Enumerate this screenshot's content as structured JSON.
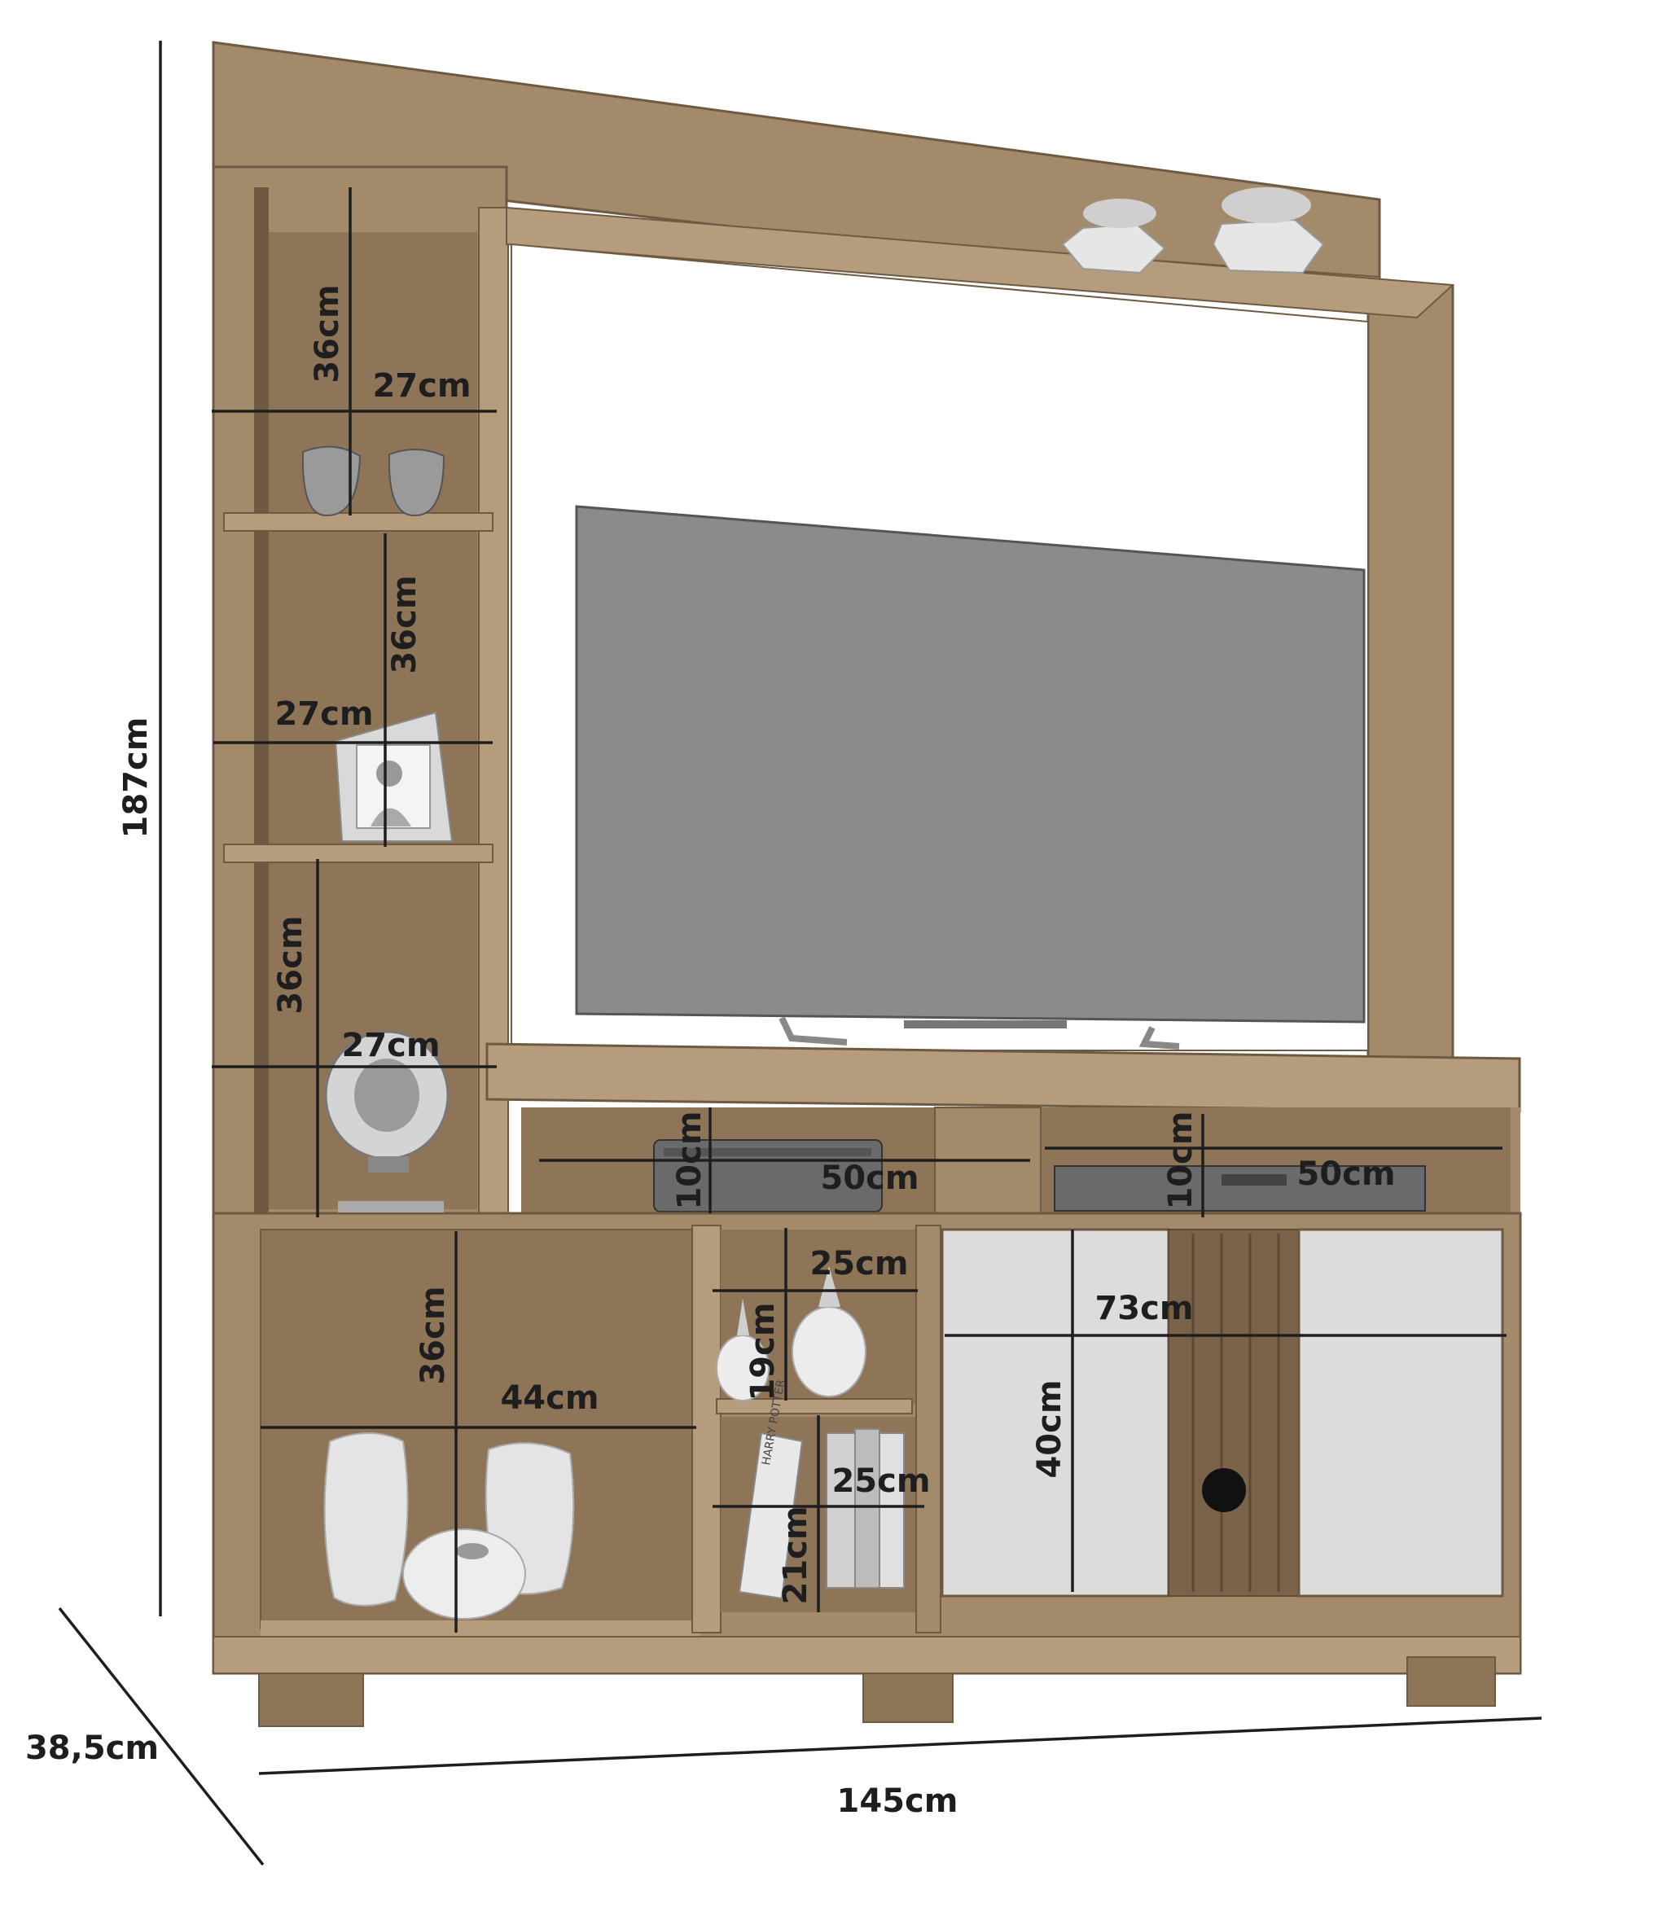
{
  "colors": {
    "wood": "#a28a6b",
    "wood_dark": "#8e7558",
    "wood_light": "#b49c7c",
    "tv": "#8d8b8a",
    "door": "#dcdcdc",
    "ink": "#1e1e1e"
  },
  "icons": [
    "tv-icon",
    "soundbar-icon",
    "receiver-icon",
    "plant-pot-icon",
    "candle-glass-icon",
    "photo-frame-icon",
    "globe-ornament-icon",
    "vase-icon",
    "pineapple-ornament-icon",
    "books-icon",
    "door-knob-icon"
  ],
  "dimensions": {
    "total_height": "187cm",
    "total_width": "145cm",
    "depth": "38,5cm",
    "shelf1_height": "36cm",
    "shelf1_width": "27cm",
    "shelf2_height": "36cm",
    "shelf2_width": "27cm",
    "shelf3_height": "36cm",
    "shelf3_width": "27cm",
    "niche_left_height": "10cm",
    "niche_left_width": "50cm",
    "niche_right_height": "10cm",
    "niche_right_width": "50cm",
    "open_compartment_height": "36cm",
    "open_compartment_width": "44cm",
    "small_upper_height": "19cm",
    "small_upper_width": "25cm",
    "small_lower_height": "21cm",
    "small_lower_width": "25cm",
    "door_section_width": "73cm",
    "door_section_height": "40cm"
  },
  "book_spine": "HARRY POTTER"
}
